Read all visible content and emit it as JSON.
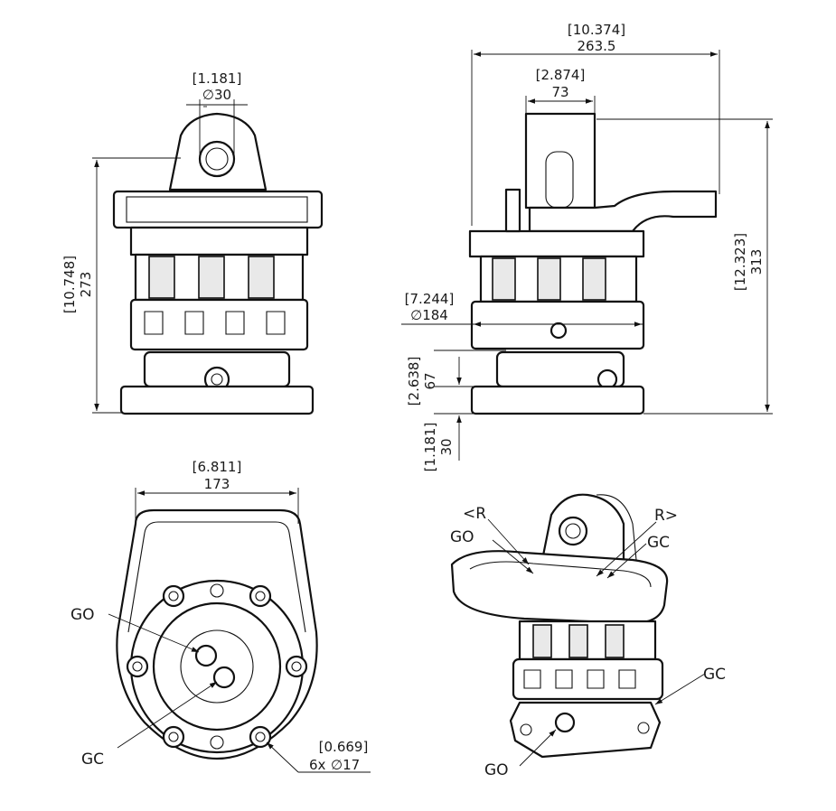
{
  "dimensions": {
    "pin_dia_in": "1.181",
    "pin_dia_mm": "∅30",
    "height_in": "10.748",
    "height_mm": "273",
    "width_in": "10.374",
    "width_mm": "263.5",
    "lug_in": "2.874",
    "lug_mm": "73",
    "total_height_in": "12.323",
    "total_height_mm": "313",
    "body_dia_in": "7.244",
    "body_dia_mm": "∅184",
    "base_h_in": "2.638",
    "base_h_mm": "67",
    "flange_in": "1.181",
    "flange_mm": "30",
    "bottom_width_in": "6.811",
    "bottom_width_mm": "173",
    "hole_dia_in": "0.669",
    "hole_count": "6x",
    "hole_dia_mm": "∅17"
  },
  "ports": {
    "go": "GO",
    "gc": "GC",
    "r_left": "<R",
    "r_right": "R>"
  }
}
